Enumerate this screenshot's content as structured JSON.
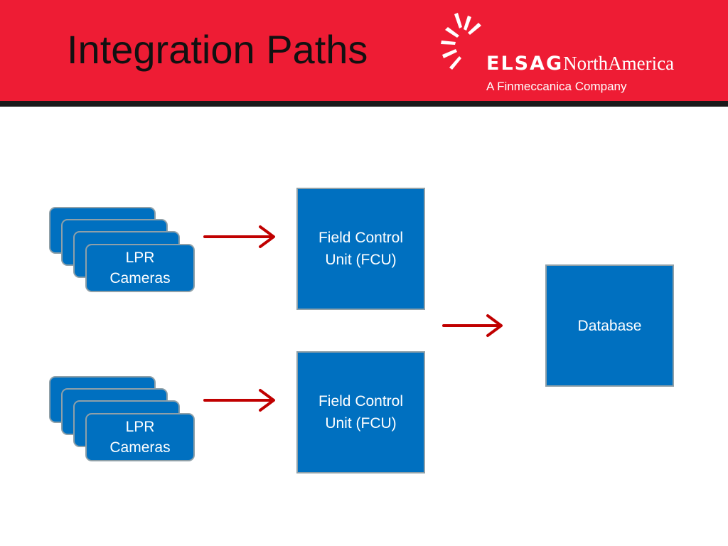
{
  "slide": {
    "title": "Integration Paths"
  },
  "branding": {
    "logo_text_main": "ELSAG",
    "logo_text_sub": "NorthAmerica",
    "tagline": "A Finmeccanica Company",
    "logo_icon": "elsag-swirl-icon"
  },
  "colors": {
    "header_red": "#ee1c34",
    "header_rule": "#1a1a1a",
    "box_blue": "#0070c0",
    "box_border": "#8fa0a8",
    "arrow_red": "#c00000"
  },
  "diagram": {
    "camera_groups": [
      {
        "line1": "LPR",
        "line2": "Cameras"
      },
      {
        "line1": "LPR",
        "line2": "Cameras"
      }
    ],
    "fcu_units": [
      {
        "line1": "Field Control",
        "line2": "Unit (FCU)"
      },
      {
        "line1": "Field Control",
        "line2": "Unit (FCU)"
      }
    ],
    "database": {
      "label": "Database"
    }
  }
}
